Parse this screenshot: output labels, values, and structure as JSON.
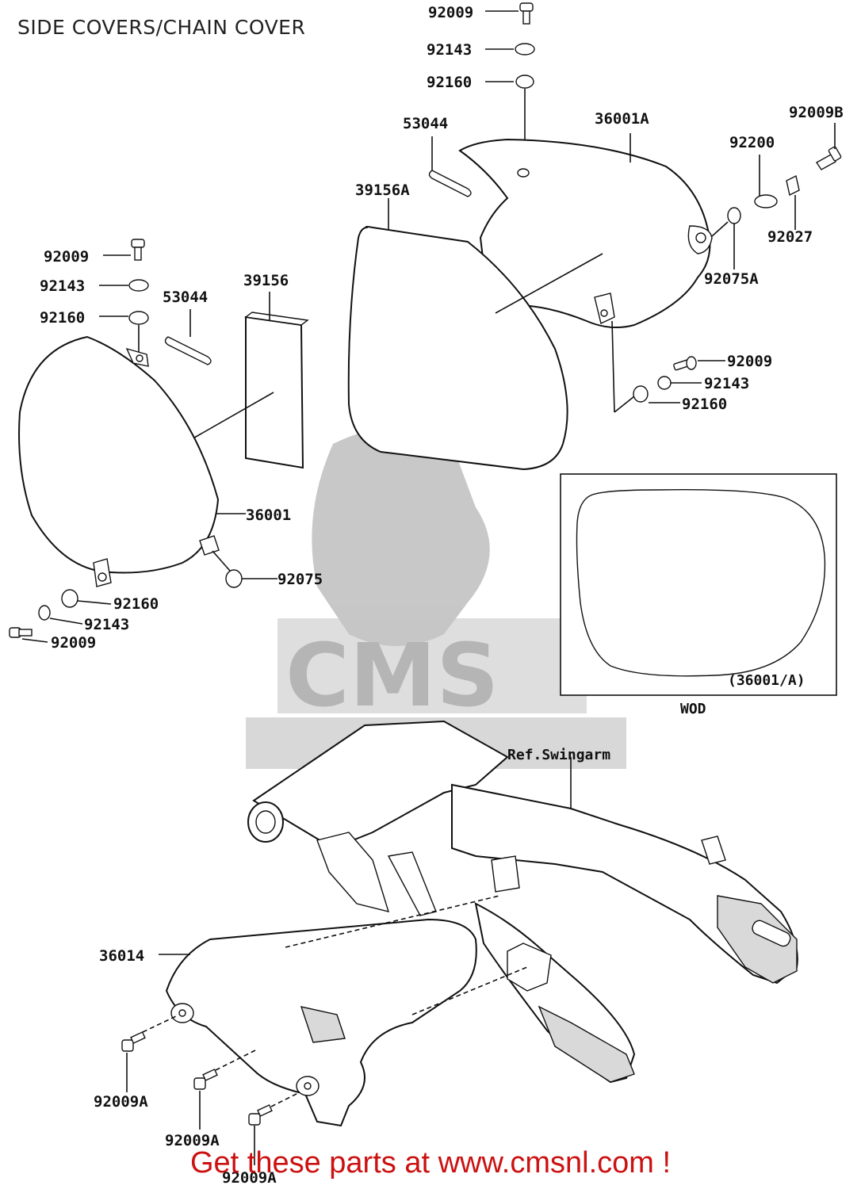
{
  "title": "SIDE COVERS/CHAIN COVER",
  "footer": {
    "link_text": "Get these parts at www.cmsnl.com !",
    "color": "#cc1111"
  },
  "watermark": {
    "text": "CMS"
  },
  "inset": {
    "caption": "(36001/A)",
    "variant": "WOD"
  },
  "reference": {
    "swingarm": "Ref.Swingarm"
  },
  "callouts": {
    "top_bolt": "92009",
    "top_washer": "92143",
    "top_grommet": "92160",
    "right_spacer_a": "53044",
    "right_cover": "36001A",
    "right_filter": "39156A",
    "right_bolt_b": "92009B",
    "right_washer_200": "92200",
    "right_collar": "92027",
    "right_damper": "92075A",
    "right_lower_bolt": "92009",
    "right_lower_washer": "92143",
    "right_lower_grommet": "92160",
    "left_bolt": "92009",
    "left_washer": "92143",
    "left_grommet": "92160",
    "left_spacer": "53044",
    "left_filter": "39156",
    "left_cover": "36001",
    "left_damper": "92075",
    "left_lower_grommet": "92160",
    "left_lower_washer": "92143",
    "left_lower_bolt": "92009",
    "chain_cover": "36014",
    "chain_bolt_1": "92009A",
    "chain_bolt_2": "92009A",
    "chain_bolt_3": "92009A"
  }
}
